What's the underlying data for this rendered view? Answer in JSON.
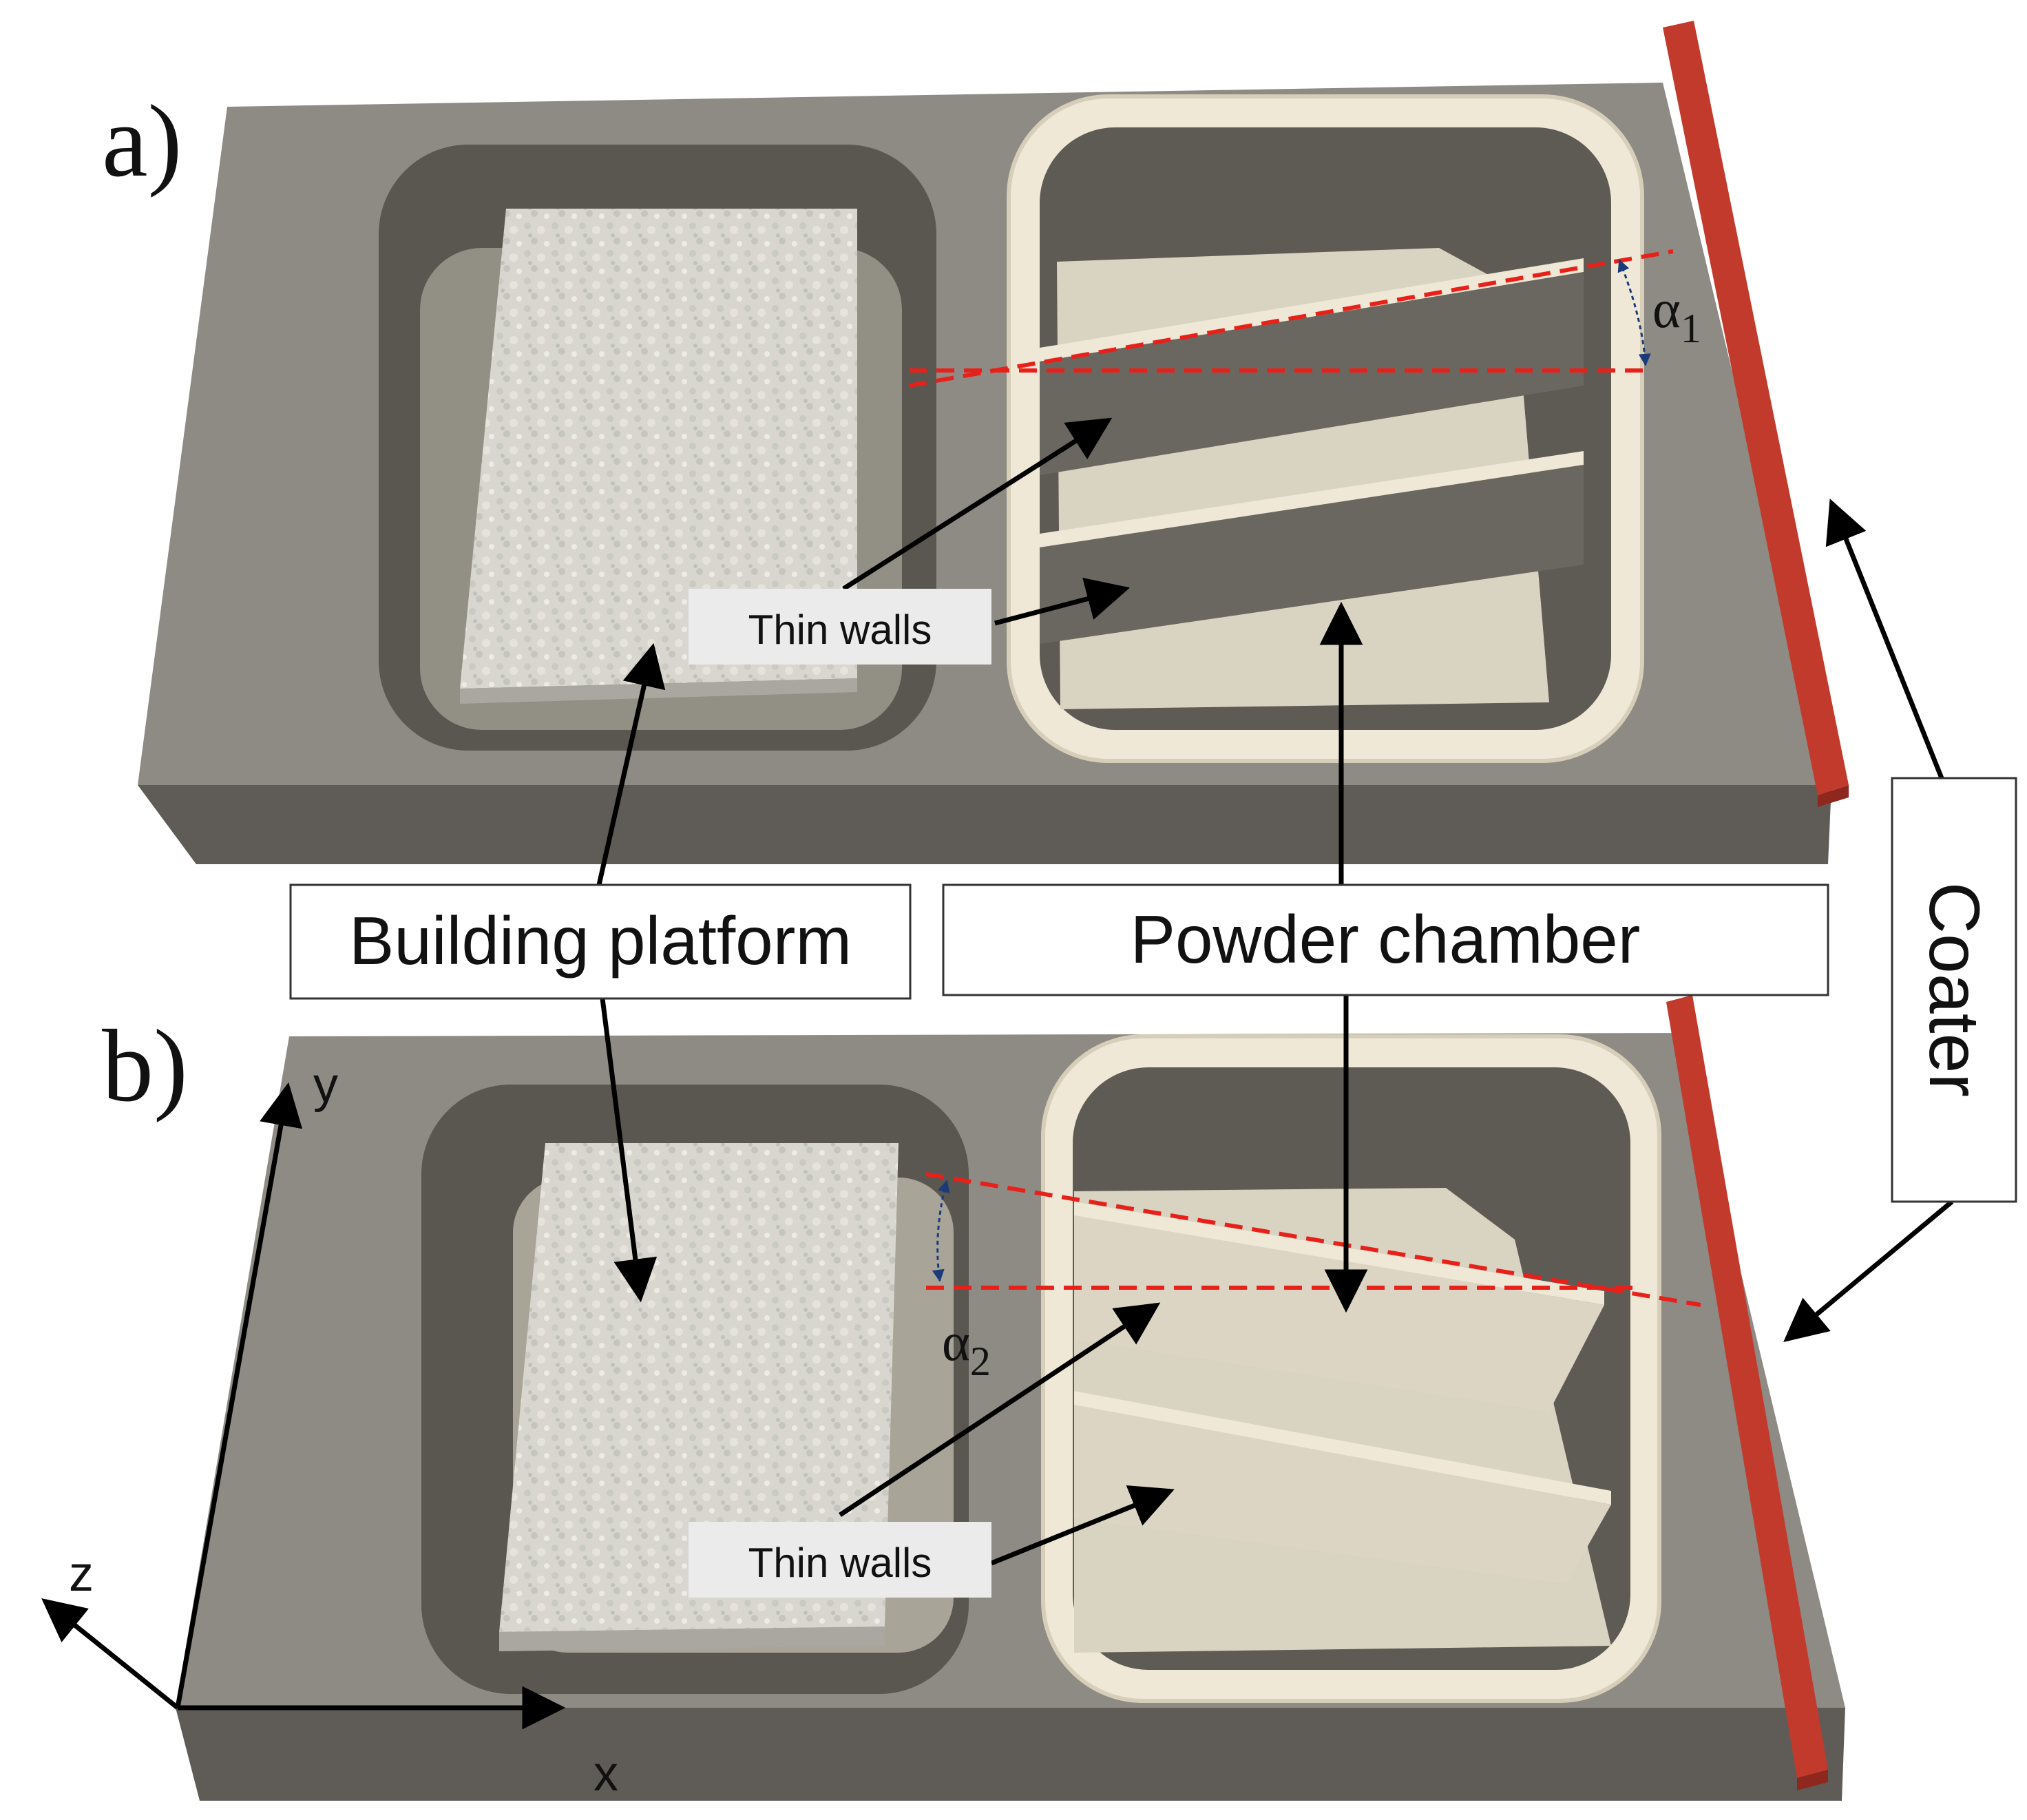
{
  "figure": {
    "panels": [
      {
        "id": "a",
        "label": "a)",
        "angle_symbol": "α",
        "angle_subscript": "1"
      },
      {
        "id": "b",
        "label": "b)",
        "angle_symbol": "α",
        "angle_subscript": "2"
      }
    ],
    "callouts": {
      "thin_walls_a": "Thin walls",
      "thin_walls_b": "Thin walls",
      "building_platform": "Building platform",
      "powder_chamber": "Powder chamber",
      "coater": "Coater"
    },
    "axes": {
      "x": "x",
      "y": "y",
      "z": "z"
    },
    "colors": {
      "base_plate": "#8e8a84",
      "base_plate_side": "#5f5b56",
      "recess": "#5a5751",
      "platform": "#d8d6cf",
      "chamber_rim": "#efe8d6",
      "chamber_floor": "#d9d3c2",
      "coater": "#c23a2c",
      "angle_line": "#e8201a",
      "angle_arc": "#1a3a7a"
    }
  }
}
